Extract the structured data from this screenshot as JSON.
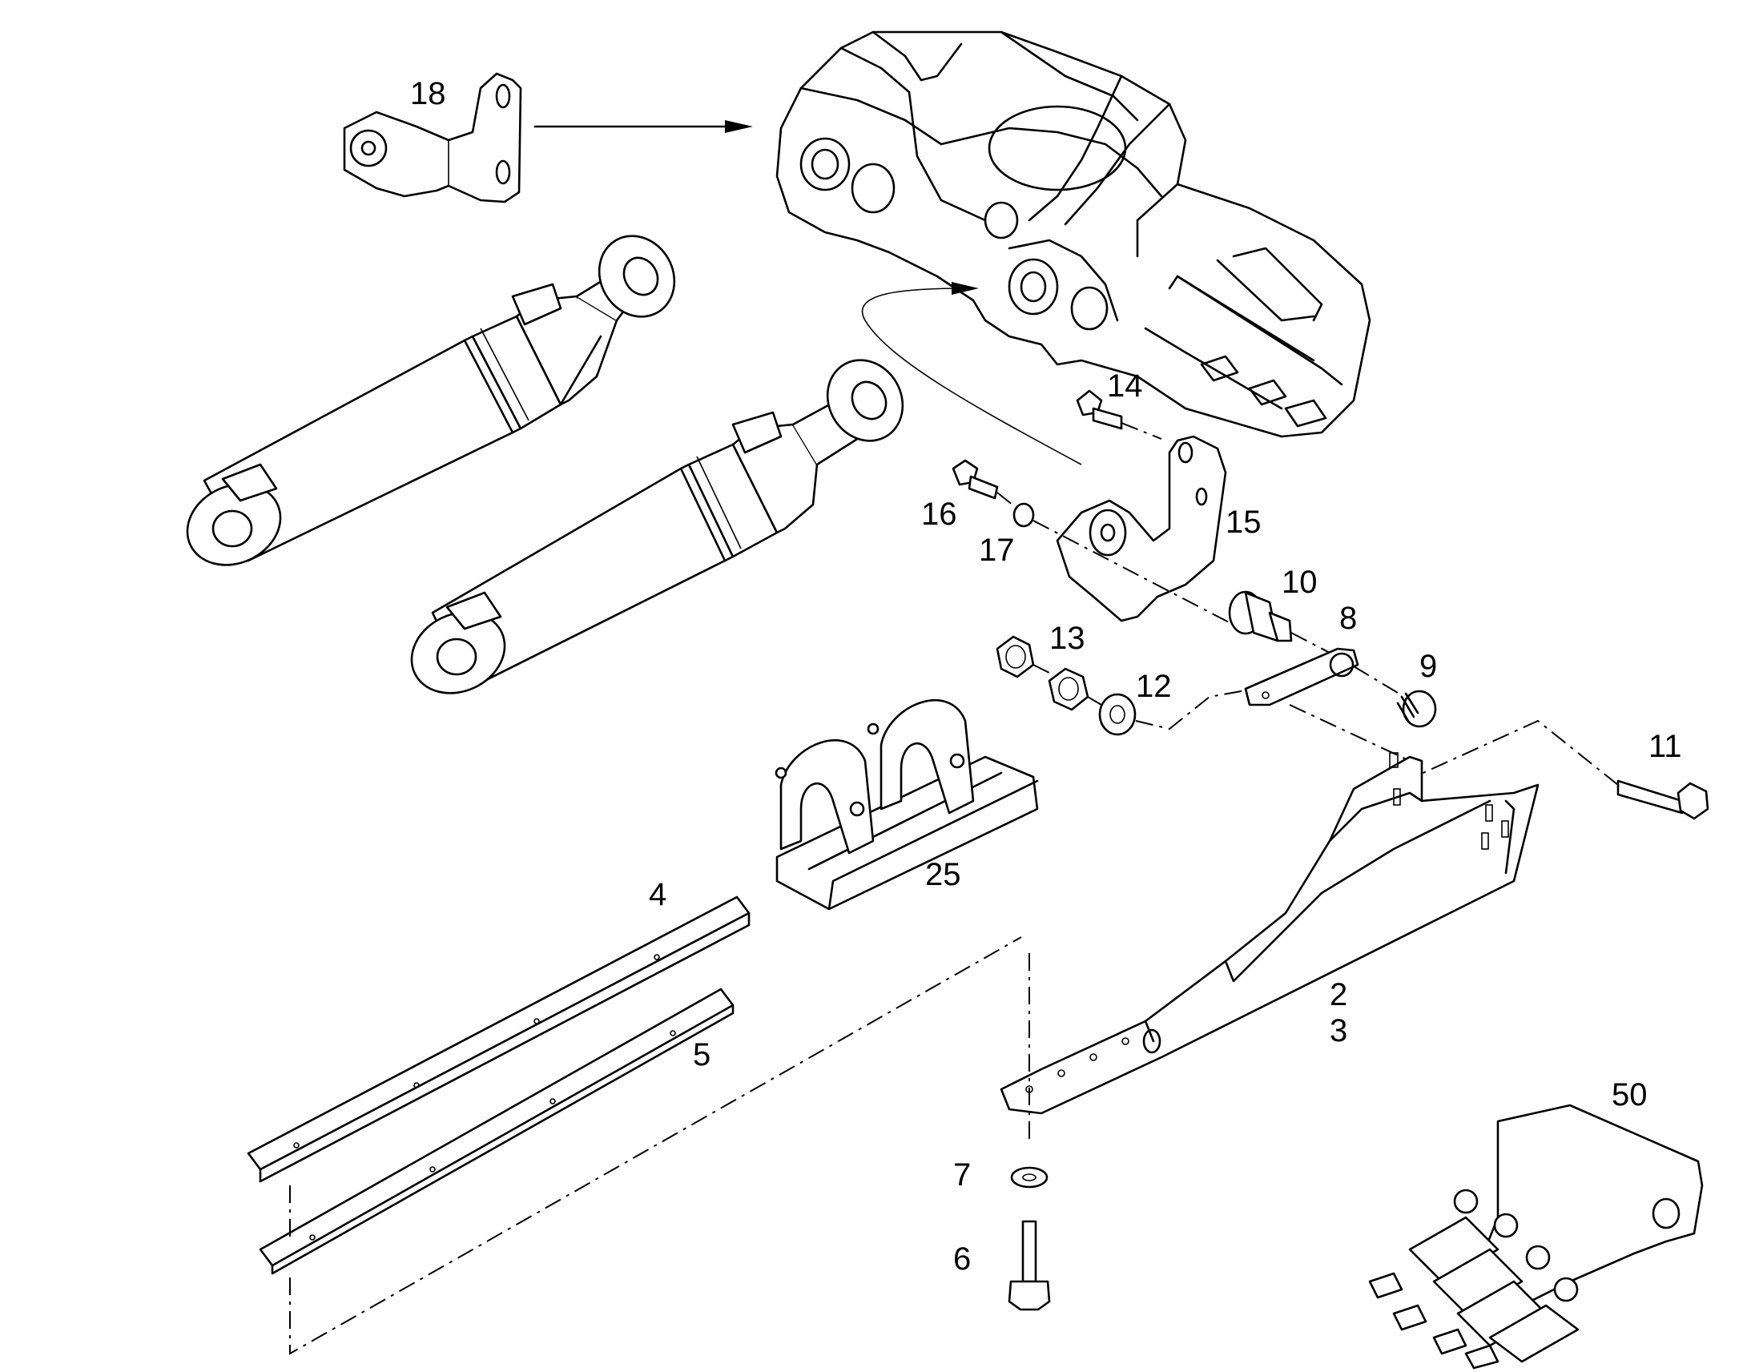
{
  "diagram": {
    "labels": {
      "p2": "2",
      "p3": "3",
      "p4": "4",
      "p5": "5",
      "p6": "6",
      "p7": "7",
      "p8": "8",
      "p9": "9",
      "p10": "10",
      "p11": "11",
      "p12": "12",
      "p13": "13",
      "p14": "14",
      "p15": "15",
      "p16": "16",
      "p17": "17",
      "p18": "18",
      "p25": "25",
      "p50": "50"
    }
  }
}
